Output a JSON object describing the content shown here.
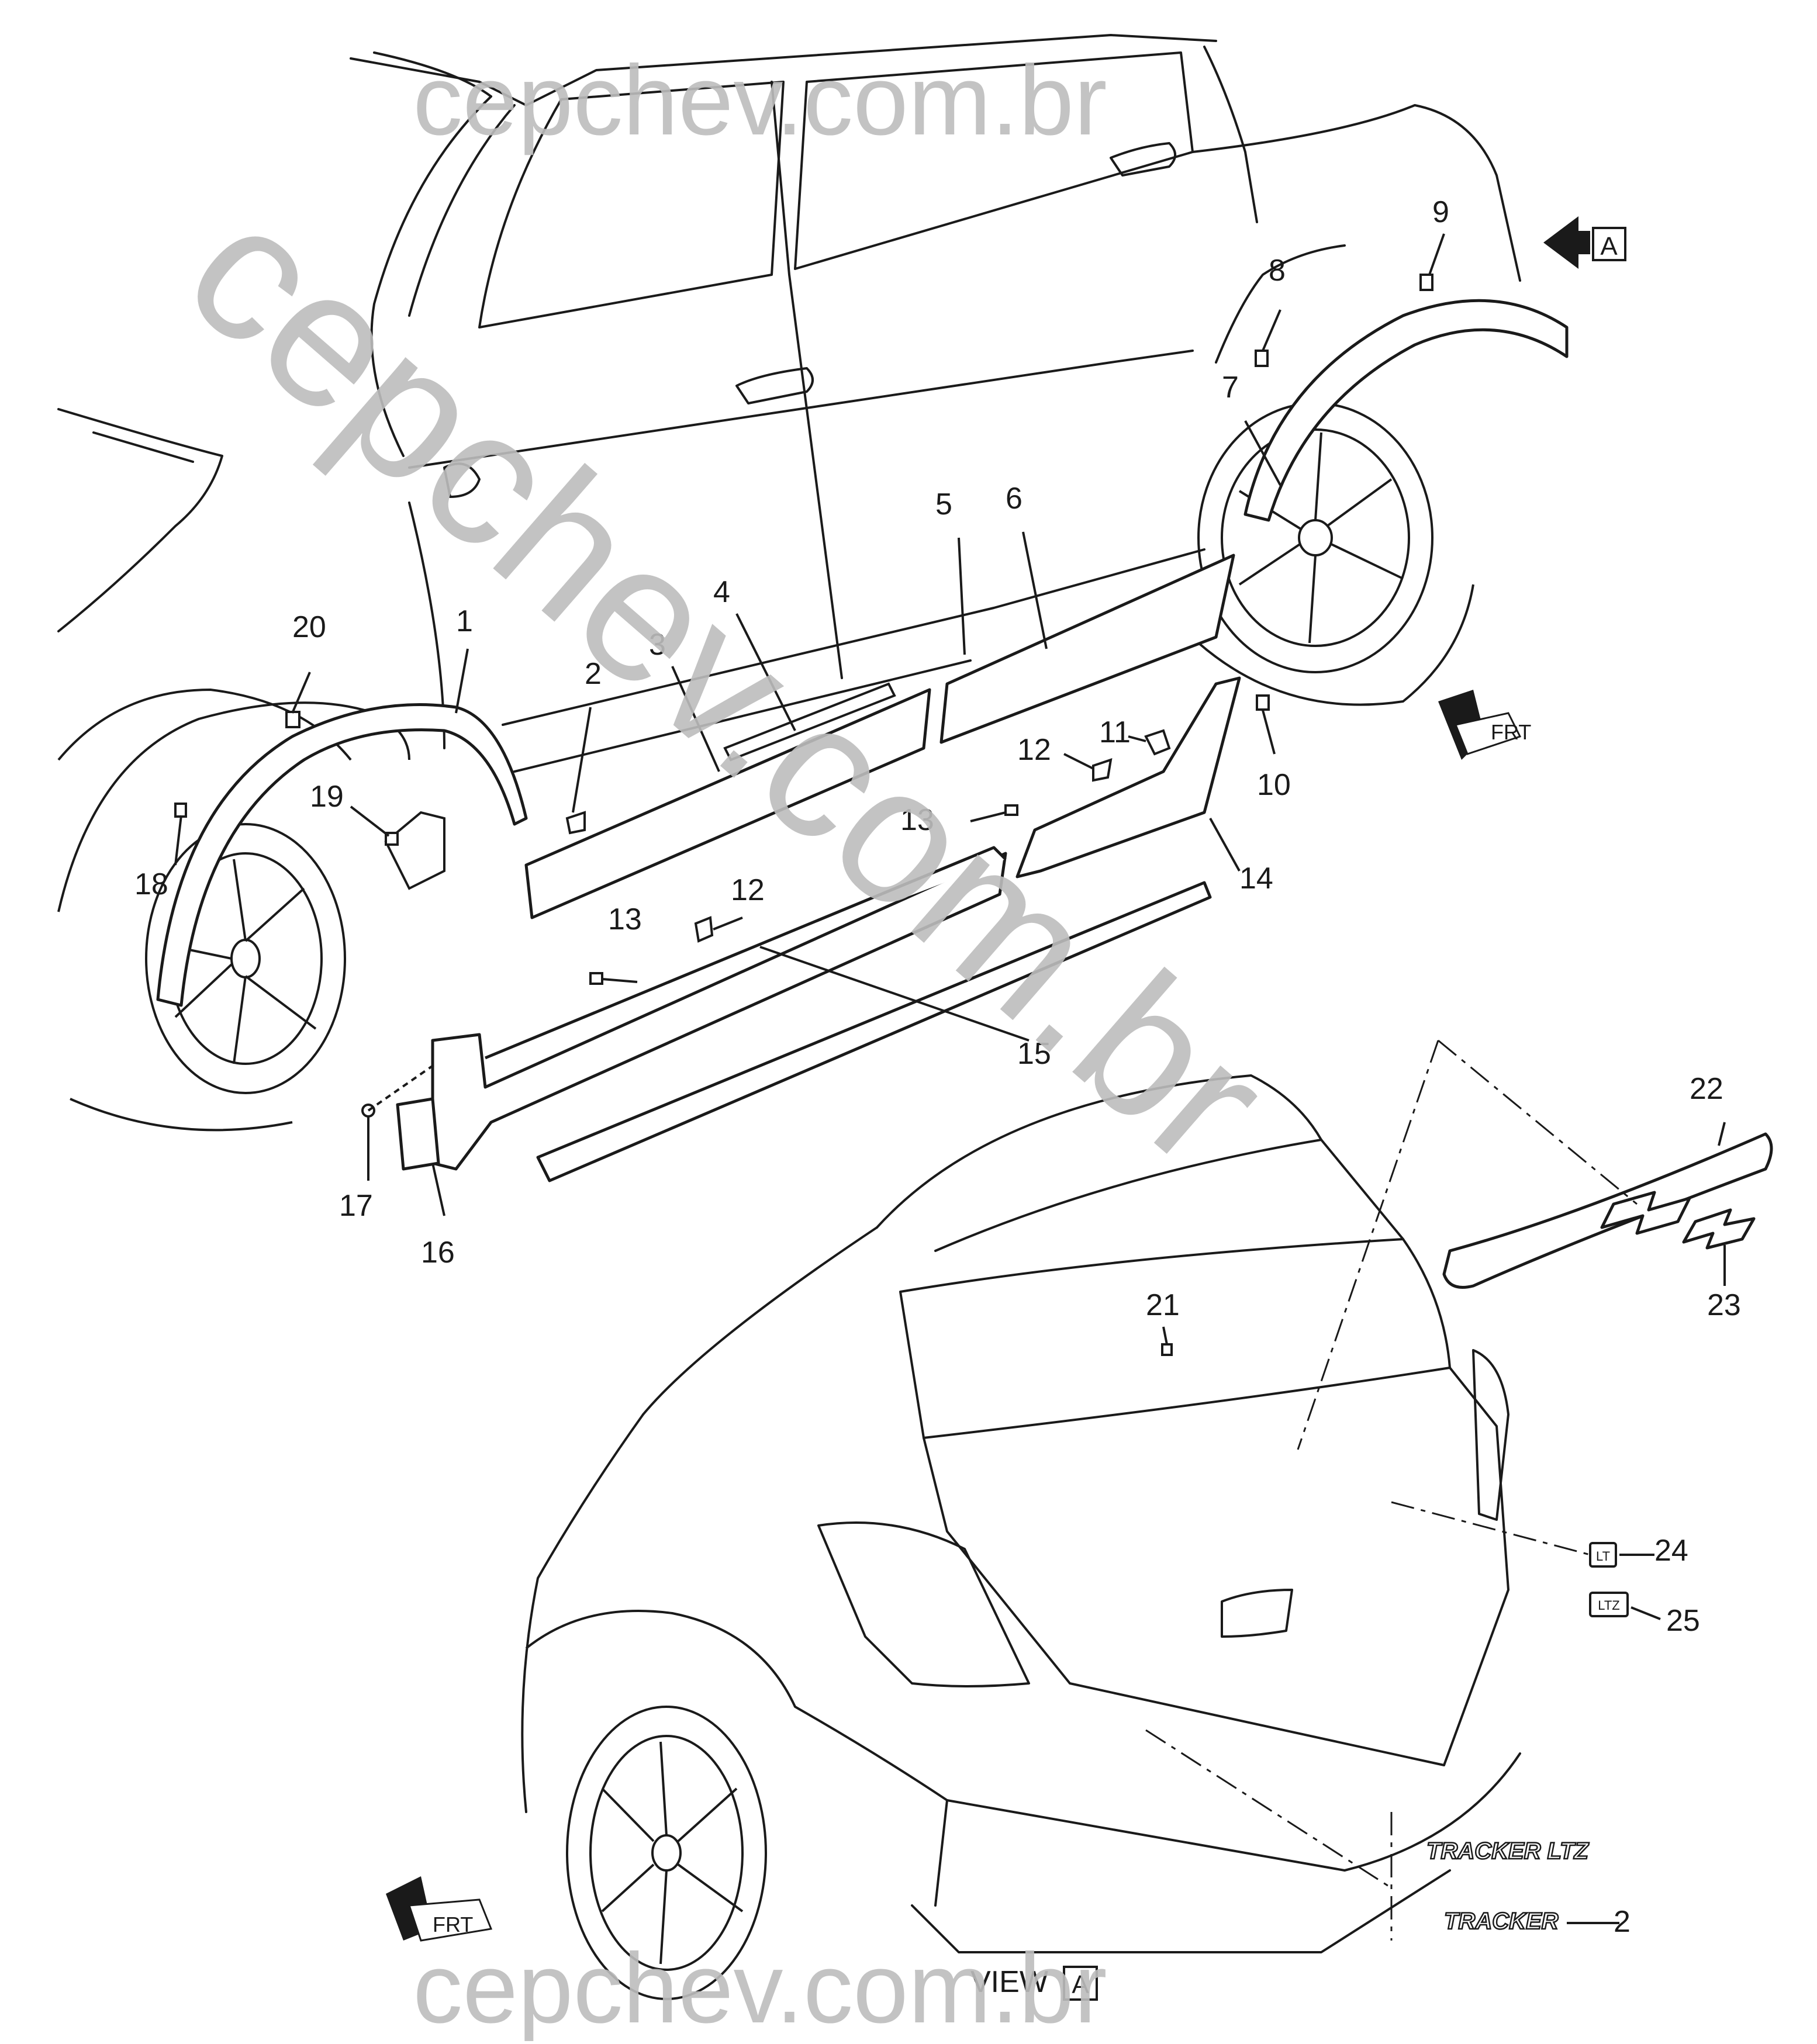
{
  "watermark": {
    "top": "cepchev.com.br",
    "bottom": "cepchev.com.br",
    "diagonal": "cepchev.com.br",
    "color": "#bdbdbd"
  },
  "callouts": [
    "1",
    "2",
    "3",
    "4",
    "5",
    "6",
    "7",
    "8",
    "9",
    "10",
    "11",
    "12",
    "13",
    "14",
    "15",
    "16",
    "17",
    "18",
    "19",
    "20",
    "21",
    "22",
    "23",
    "24",
    "25",
    "12",
    "13",
    "2"
  ],
  "view_marker": {
    "arrow_label": "A",
    "view_text": "VIEW",
    "view_letter": "A"
  },
  "direction_labels": {
    "front_top": "FRT",
    "front_bottom": "FRT"
  },
  "badges": {
    "tracker_ltz": "TRACKER LTZ",
    "tracker": "TRACKER",
    "lt": "LT",
    "ltz": "LTZ"
  },
  "colors": {
    "line": "#1a1a1a",
    "part_fill": "#ffffff",
    "watermark": "#bdbdbd"
  }
}
